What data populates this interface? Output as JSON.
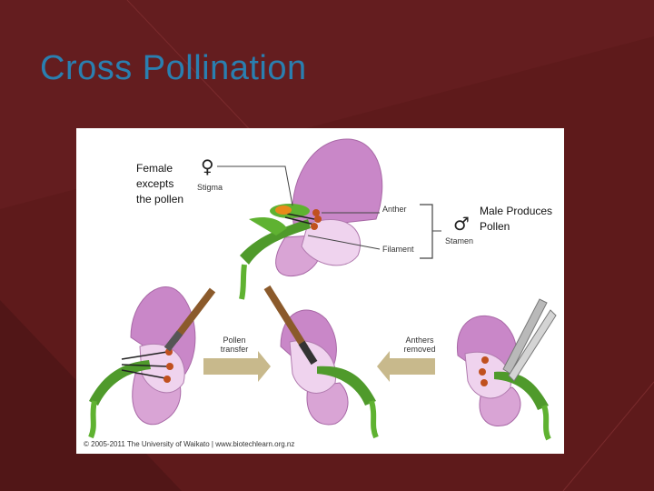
{
  "slide": {
    "title": "Cross Pollination",
    "colors": {
      "background": "#5e1a1b",
      "title": "#2a7fb0"
    }
  },
  "figure": {
    "female_note": [
      "Female",
      "excepts",
      "the pollen"
    ],
    "female_symbol": "♀",
    "stigma_label": "Stigma",
    "anther_label": "Anther",
    "filament_label": "Filament",
    "stamen_label": "Stamen",
    "male_symbol": "♂",
    "male_note": [
      "Male Produces",
      "Pollen"
    ],
    "pollen_transfer_label": [
      "Pollen",
      "transfer"
    ],
    "anthers_removed_label": [
      "Anthers",
      "removed"
    ],
    "copyright": "© 2005-2011 The University of Waikato | www.biotechlearn.org.nz"
  }
}
